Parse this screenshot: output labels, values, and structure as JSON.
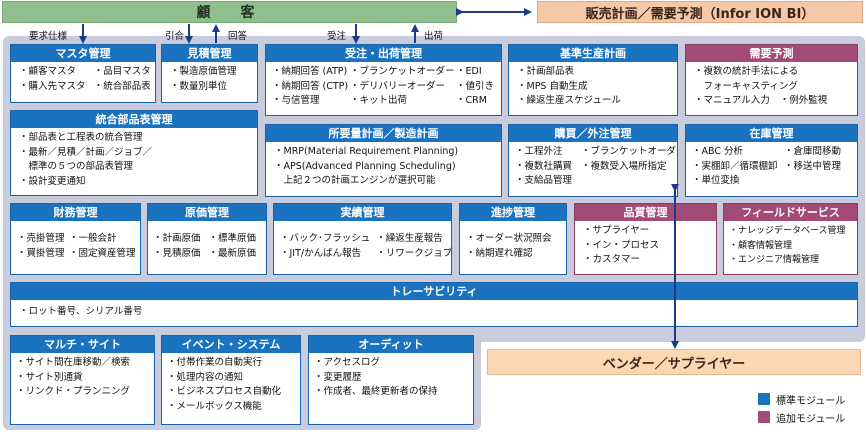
{
  "customer": "顧　客",
  "sales_planning": "販売計画／需要予測（Infor ION BI）",
  "vendor": "ベンダー／サプライヤー",
  "flows": {
    "req_spec": "要求仕様",
    "quote_req": "引合",
    "reply": "回答",
    "order_recv": "受注",
    "ship": "出荷"
  },
  "colors": {
    "standard": "#1b72be",
    "additional": "#a24a78"
  },
  "modules": {
    "master": {
      "title": "マスタ管理",
      "rows": [
        [
          "・顧客マスタ",
          "・品目マスタ"
        ],
        [
          "・購入先マスタ",
          "・統合部品表"
        ]
      ]
    },
    "estimate": {
      "title": "見積管理",
      "items": [
        "・製造原価管理",
        "・数量別単位"
      ]
    },
    "order_ship": {
      "title": "受注・出荷管理",
      "rows": [
        [
          "・納期回答 (ATP)",
          "・ブランケットオーダー",
          "・EDI"
        ],
        [
          "・納期回答 (CTP)",
          "・デリバリーオーダー",
          "・値引き"
        ],
        [
          "・与信管理",
          "・キット出荷",
          "・CRM"
        ]
      ]
    },
    "mps": {
      "title": "基準生産計画",
      "items": [
        "・計画部品表",
        "・MPS 自動生成",
        "・繰返生産スケジュール"
      ]
    },
    "forecast": {
      "title": "需要予測",
      "items": [
        "・複数の統計手法による",
        "　フォーキャスティング"
      ],
      "row": [
        "・マニュアル入力",
        "・例外監視"
      ]
    },
    "bom": {
      "title": "統合部品表管理",
      "items": [
        "・部品表と工程表の統合管理",
        "・最新／見積／計画／ジョブ／",
        "　標準の５つの部品表管理",
        "・設計変更通知"
      ]
    },
    "mrp": {
      "title": "所要量計画／製造計画",
      "items": [
        "・MRP(Material Requirement Planning)",
        "・APS(Advanced Planning Scheduling)",
        "　上記２つの計画エンジンが選択可能"
      ]
    },
    "purchase": {
      "title": "購買／外注管理",
      "rows": [
        [
          "・工程外注",
          "・ブランケットオーダー"
        ],
        [
          "・複数社購買",
          "・複数受入場所指定"
        ],
        [
          "・支給品管理",
          ""
        ]
      ]
    },
    "inventory": {
      "title": "在庫管理",
      "rows": [
        [
          "・ABC 分析",
          "・倉庫間移動"
        ],
        [
          "・実棚卸／循環棚卸",
          "・移送中管理"
        ],
        [
          "・単位変換",
          ""
        ]
      ]
    },
    "finance": {
      "title": "財務管理",
      "rows": [
        [
          "・売掛管理",
          "・一般会計"
        ],
        [
          "・買掛管理",
          "・固定資産管理"
        ]
      ]
    },
    "cost": {
      "title": "原価管理",
      "rows": [
        [
          "・計画原価",
          "・標準原価"
        ],
        [
          "・見積原価",
          "・最新原価"
        ]
      ]
    },
    "results": {
      "title": "実績管理",
      "rows": [
        [
          "・バック･フラッシュ",
          "・繰返生産報告"
        ],
        [
          "・JIT/かんばん報告",
          "・リワークジョブ"
        ]
      ]
    },
    "progress": {
      "title": "進捗管理",
      "items": [
        "・オーダー状況照会",
        "・納期遅れ確認"
      ]
    },
    "quality": {
      "title": "品質管理",
      "items": [
        "・サプライヤー",
        "・イン・プロセス",
        "・カスタマー"
      ]
    },
    "field": {
      "title": "フィールドサービス",
      "items": [
        "・ナレッジデータベース管理",
        "・顧客情報管理",
        "・エンジニア情報管理"
      ]
    },
    "trace": {
      "title": "トレーサビリティ",
      "items": [
        "・ロット番号、シリアル番号"
      ]
    },
    "multisite": {
      "title": "マルチ・サイト",
      "items": [
        "・サイト間在庫移動／検索",
        "・サイト別通貨",
        "・リンクド・プランニング"
      ]
    },
    "event": {
      "title": "イベント・システム",
      "items": [
        "・付帯作業の自動実行",
        "・処理内容の通知",
        "・ビジネスプロセス自動化",
        "・メールボックス機能"
      ]
    },
    "audit": {
      "title": "オーディット",
      "items": [
        "・アクセスログ",
        "・変更履歴",
        "・作成者、最終更新者の保持"
      ]
    }
  },
  "legend": {
    "standard": "標準モジュール",
    "additional": "追加モジュール"
  }
}
